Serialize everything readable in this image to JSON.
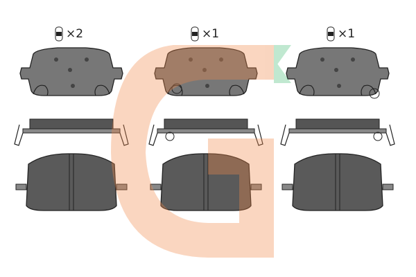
{
  "quantities": [
    {
      "label": "×2",
      "icon": "car-top-view-icon"
    },
    {
      "label": "×1",
      "icon": "car-top-view-icon"
    },
    {
      "label": "×1",
      "icon": "car-top-view-icon"
    }
  ],
  "colors": {
    "pad_fill": "#6f6f6f",
    "pad_dark": "#4a4a4a",
    "watermark_orange": "#f08a4b",
    "watermark_green": "#4cc07a"
  }
}
